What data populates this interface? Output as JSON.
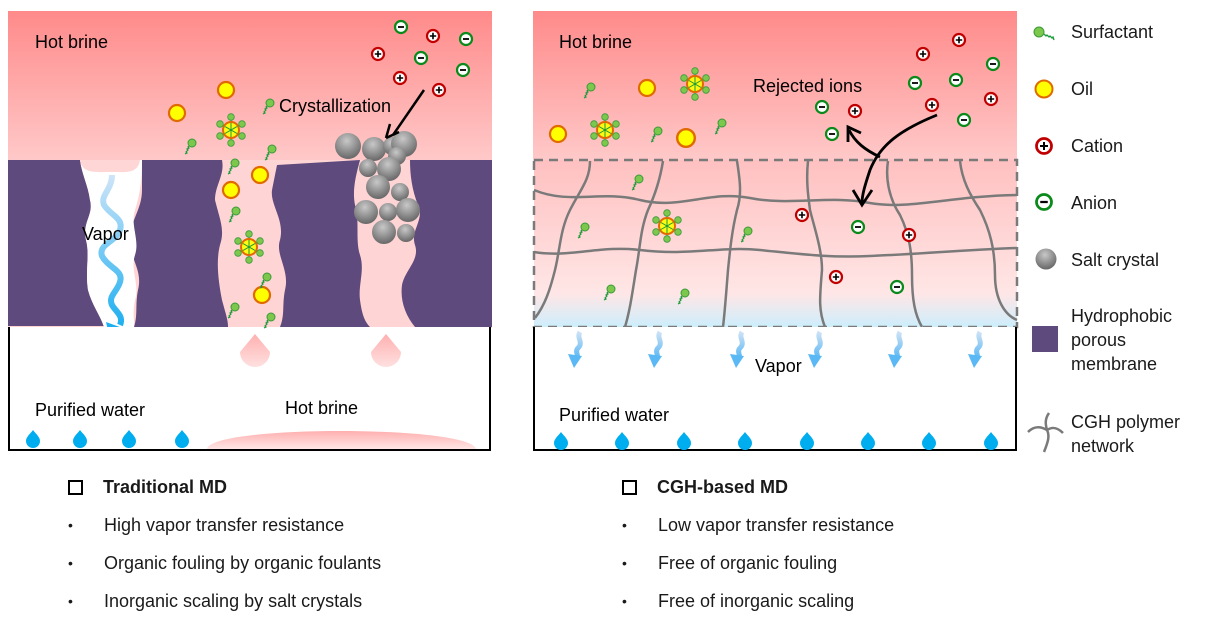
{
  "left_panel": {
    "title_top": "Hot brine",
    "crystallization_label": "Crystallization",
    "vapor_label": "Vapor",
    "purified_water_label": "Purified water",
    "hot_brine_bottom_label": "Hot brine"
  },
  "right_panel": {
    "title_top": "Hot brine",
    "rejected_ions_label": "Rejected ions",
    "vapor_label": "Vapor",
    "purified_water_label": "Purified water"
  },
  "legend": {
    "items": [
      {
        "label": "Surfactant",
        "icon": "surfactant-icon"
      },
      {
        "label": "Oil",
        "icon": "oil-droplet-icon"
      },
      {
        "label": "Cation",
        "icon": "cation-icon"
      },
      {
        "label": "Anion",
        "icon": "anion-icon"
      },
      {
        "label": "Salt crystal",
        "icon": "salt-crystal-icon"
      },
      {
        "label_lines": [
          "Hydrophobic",
          "porous",
          "membrane"
        ],
        "icon": "membrane-swatch-icon"
      },
      {
        "label_lines": [
          "CGH polymer",
          "network"
        ],
        "icon": "polymer-network-icon"
      }
    ]
  },
  "summary": {
    "traditional": {
      "title": "Traditional MD",
      "points": [
        "High vapor transfer resistance",
        "Organic fouling by organic foulants",
        "Inorganic scaling by salt crystals"
      ]
    },
    "cgh": {
      "title": "CGH-based MD",
      "points": [
        "Low vapor transfer resistance",
        "Free of organic fouling",
        "Free of inorganic scaling"
      ]
    }
  },
  "colors": {
    "brine_top": "#ff8a8a",
    "brine_bottom": "#ffd6d6",
    "membrane": "#5e4a7c",
    "cation": "#c00000",
    "anion": "#0a8a1a",
    "oil_fill": "#ffff00",
    "oil_stroke": "#e06a00",
    "surfactant": "#7cc84c",
    "vapor": "#2bb5f0",
    "water_drop": "#00aeef",
    "polymer": "#7a7a7a"
  }
}
